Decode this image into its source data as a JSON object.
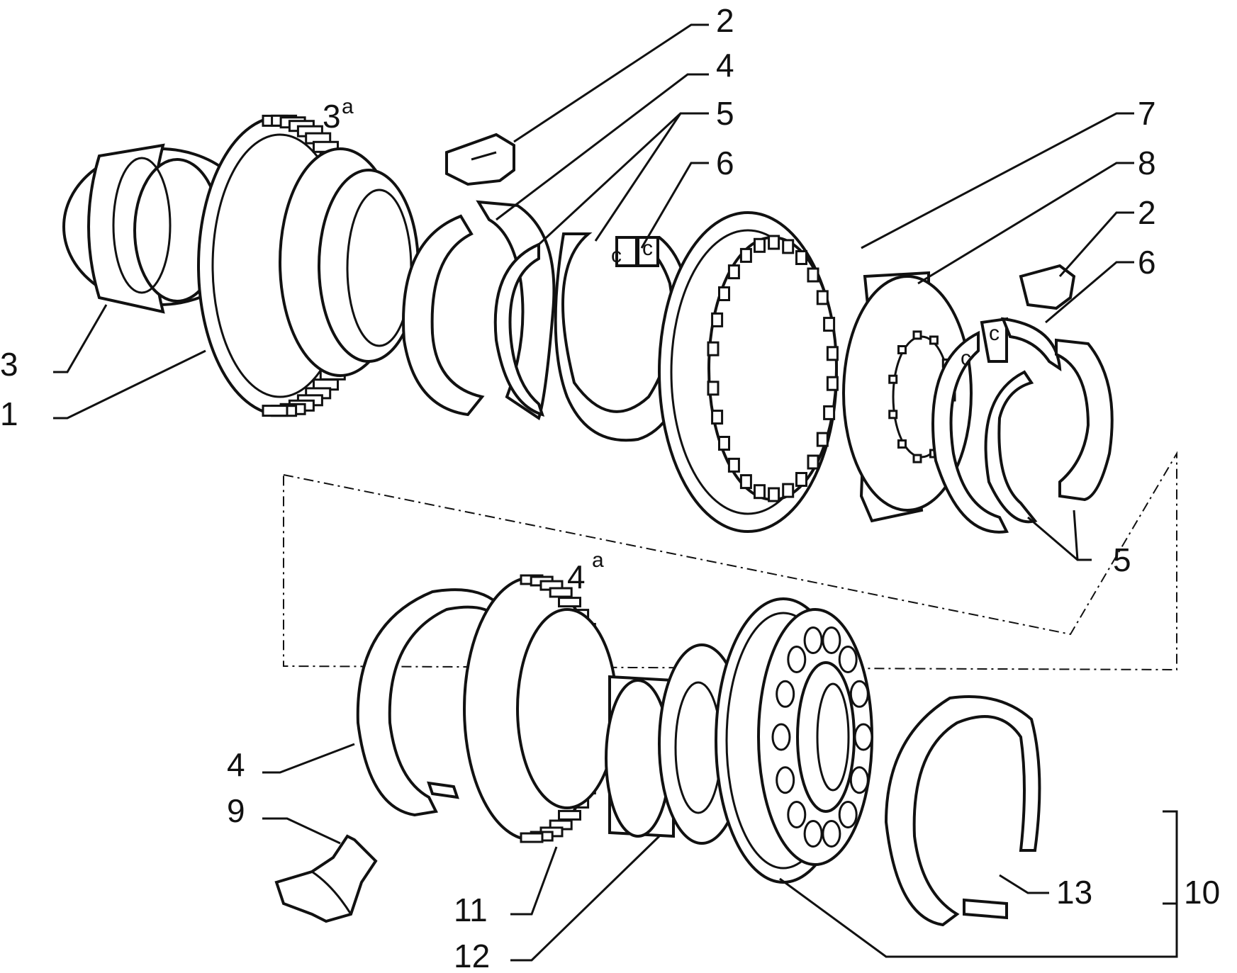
{
  "labels": {
    "l1": "1",
    "l2a": "2",
    "l2b": "2",
    "l3": "3",
    "l3a": "3",
    "l3a_sup": "a",
    "l4a": "4",
    "l4b": "4",
    "l4a2": "4",
    "l4a2_sup": "a",
    "l5a": "5",
    "l5b": "5",
    "l6a": "6",
    "l6b": "6",
    "l7": "7",
    "l8": "8",
    "l9": "9",
    "l10": "10",
    "l11": "11",
    "l12": "12",
    "l13": "13",
    "clip_c1": "c",
    "clip_c2": "c",
    "clip_c3": "c",
    "clip_c4": "c"
  }
}
